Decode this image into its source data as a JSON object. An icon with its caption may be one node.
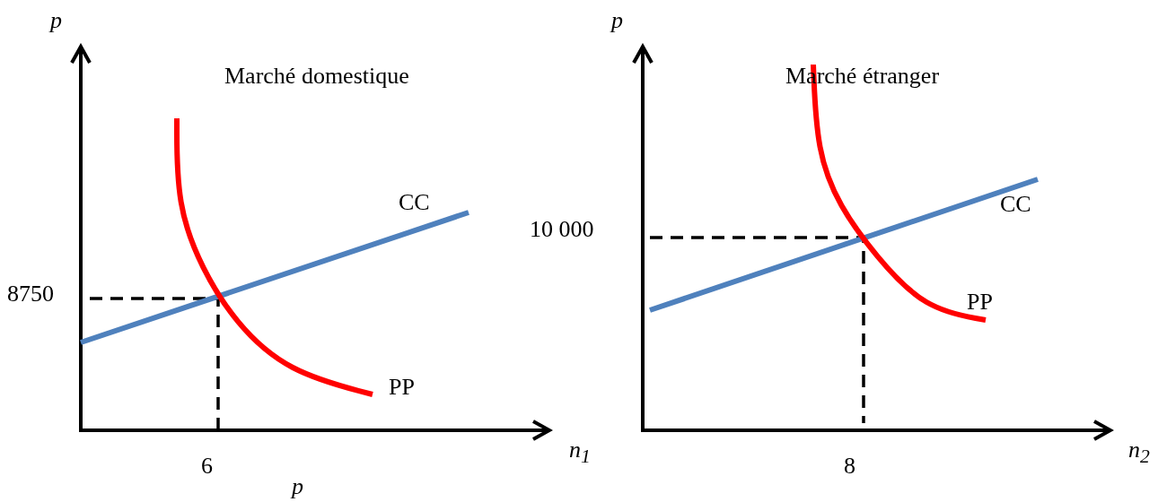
{
  "diagram": {
    "labels": [
      "p",
      "p",
      "Marché domestique",
      "Marché étranger",
      "CC",
      "10 000",
      "CC",
      "8750",
      "PP",
      "PP",
      "6",
      "n$_{1}$",
      "8",
      "n$_{2}$",
      "p"
    ]
  }
}
